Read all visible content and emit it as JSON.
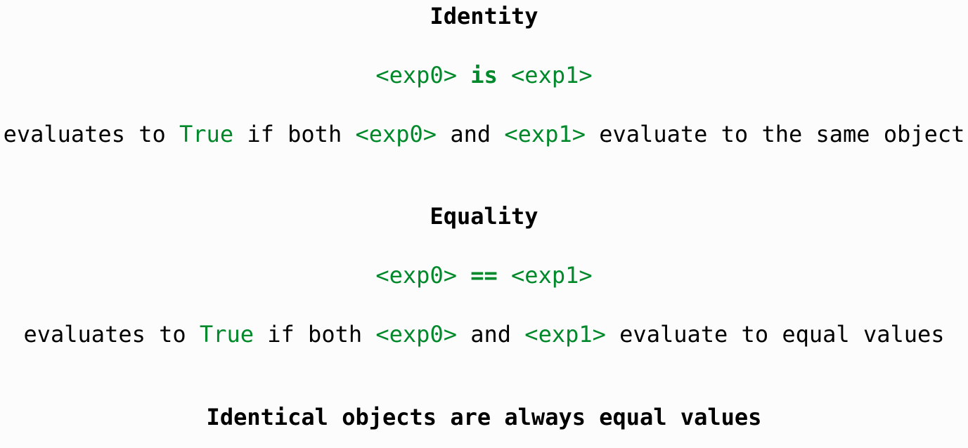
{
  "colors": {
    "code": "#00892a",
    "text": "#000000",
    "background": "#fcfcfc"
  },
  "identity": {
    "heading": "Identity",
    "expr": {
      "left": "<exp0>",
      "op": "is",
      "right": "<exp1>"
    },
    "desc": {
      "p1": "evaluates to ",
      "true_kw": "True",
      "p2": " if both ",
      "exp0": "<exp0>",
      "p3": " and ",
      "exp1": "<exp1>",
      "p4": " evaluate to the same object"
    }
  },
  "equality": {
    "heading": "Equality",
    "expr": {
      "left": "<exp0>",
      "op": "==",
      "right": "<exp1>"
    },
    "desc": {
      "p1": "evaluates to ",
      "true_kw": "True",
      "p2": " if both ",
      "exp0": "<exp0>",
      "p3": " and ",
      "exp1": "<exp1>",
      "p4": " evaluate to equal values"
    }
  },
  "conclusion": "Identical objects are always equal values"
}
